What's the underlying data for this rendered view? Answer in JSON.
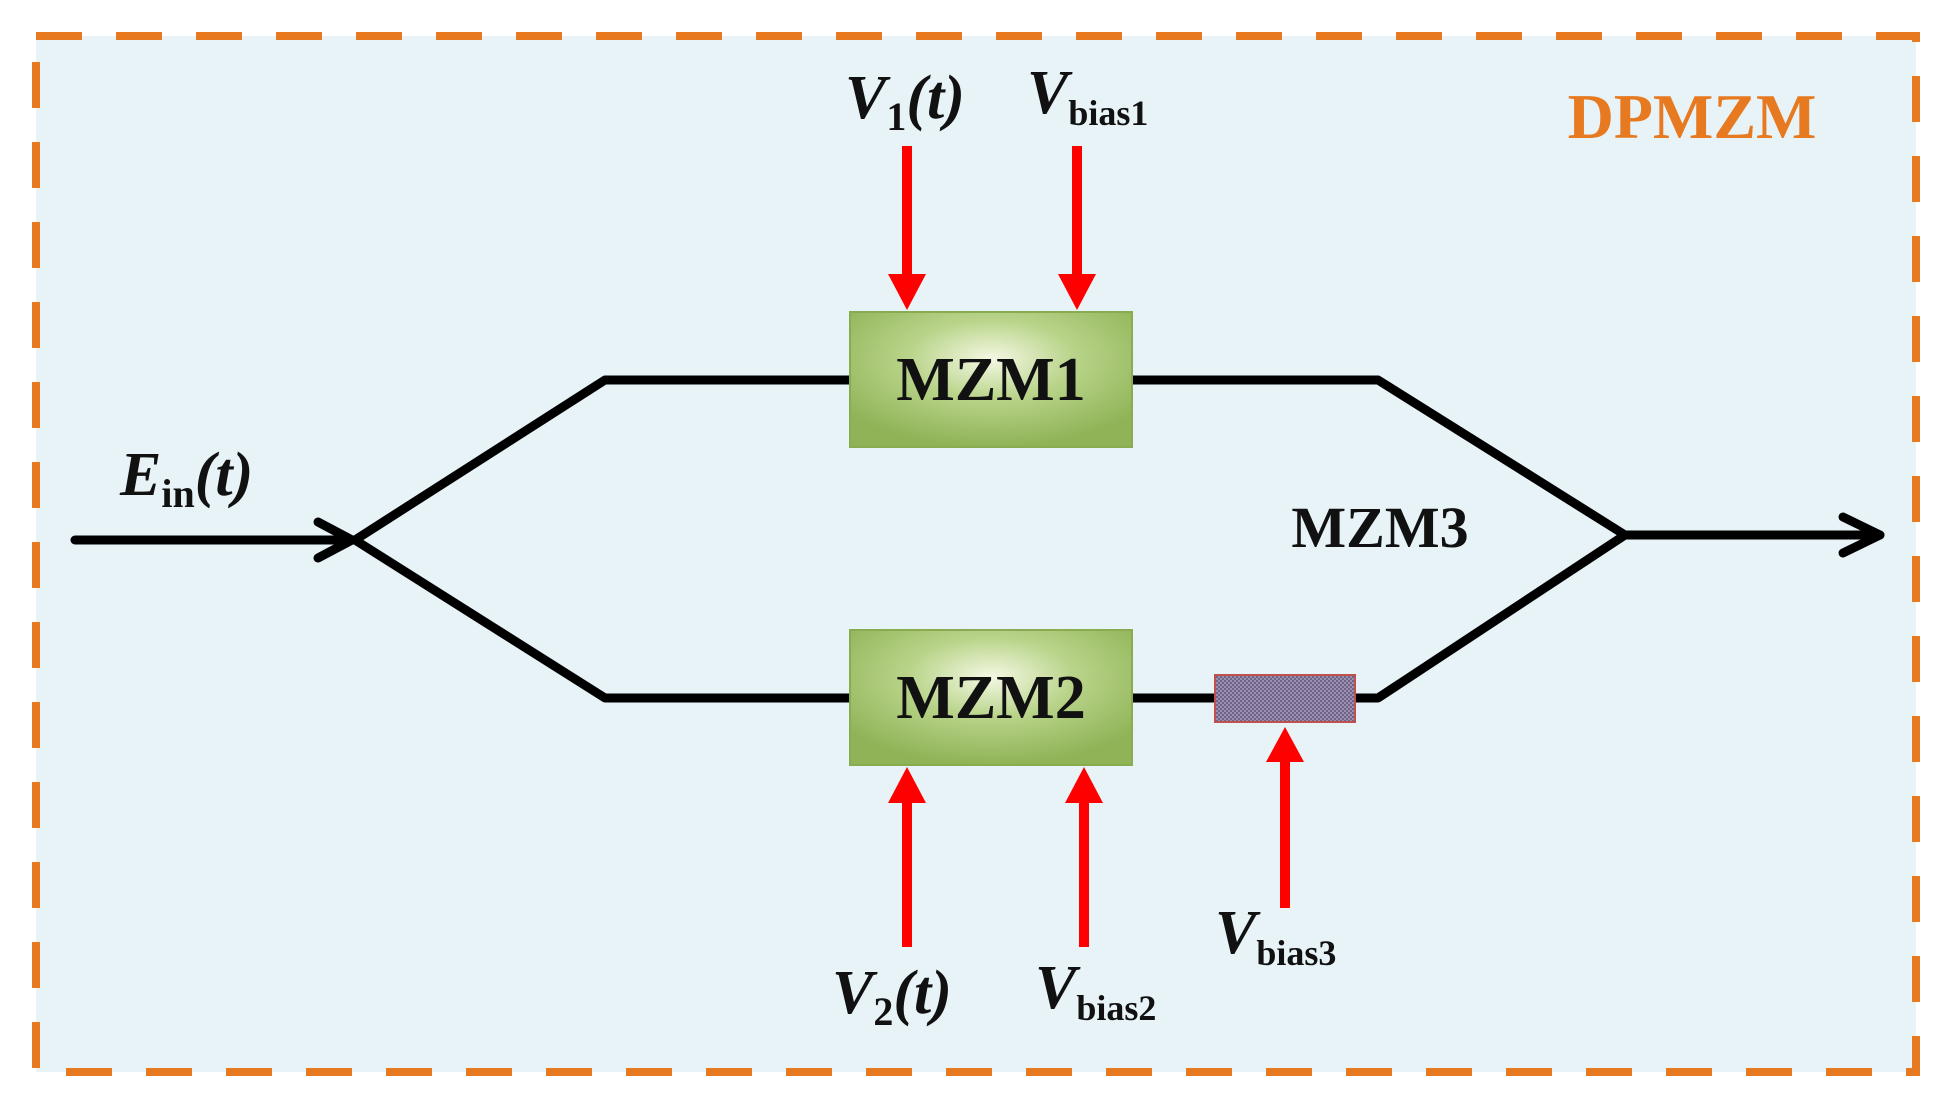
{
  "title": "DPMZM",
  "colors": {
    "background": "#e7f3f7",
    "border": "#e77a21",
    "waveguide": "#000000",
    "arrow": "#ff0000",
    "modulator_fill": "#9cbe5f",
    "phase_shifter": "#8a7e9c",
    "text": "#111111"
  },
  "modulators": {
    "mzm1": "MZM1",
    "mzm2": "MZM2",
    "mzm3": "MZM3"
  },
  "input": {
    "symbol": "E",
    "sub": "in",
    "arg": "(t)"
  },
  "signals": {
    "v1": {
      "symbol": "V",
      "sub": "1",
      "arg": "(t)"
    },
    "vbias1": {
      "symbol": "V",
      "sub": "bias1"
    },
    "v2": {
      "symbol": "V",
      "sub": "2",
      "arg": "(t)"
    },
    "vbias2": {
      "symbol": "V",
      "sub": "bias2"
    },
    "vbias3": {
      "symbol": "V",
      "sub": "bias3"
    }
  }
}
